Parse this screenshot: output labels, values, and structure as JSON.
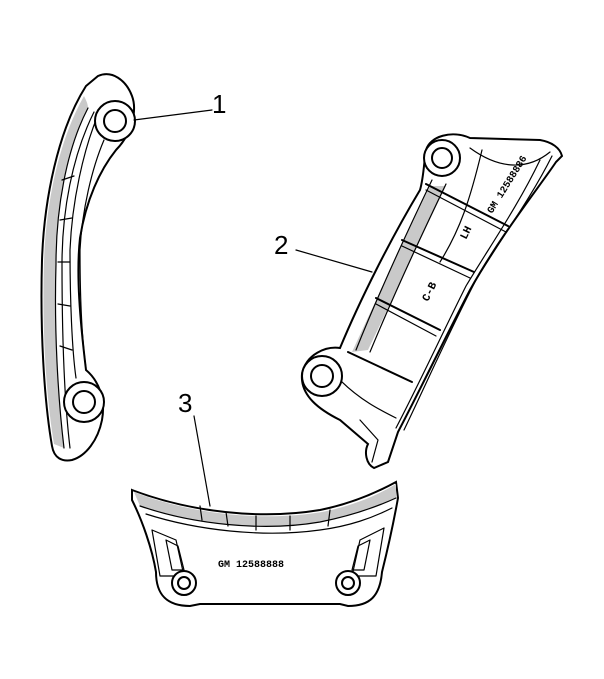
{
  "callouts": [
    {
      "id": "1",
      "label": "1"
    },
    {
      "id": "2",
      "label": "2"
    },
    {
      "id": "3",
      "label": "3"
    }
  ],
  "part_markings": {
    "guide_2_side": "LH",
    "guide_2_code": "C-B",
    "guide_2_partno": "GM 12588886",
    "guide_3_partno": "GM 12588888"
  }
}
